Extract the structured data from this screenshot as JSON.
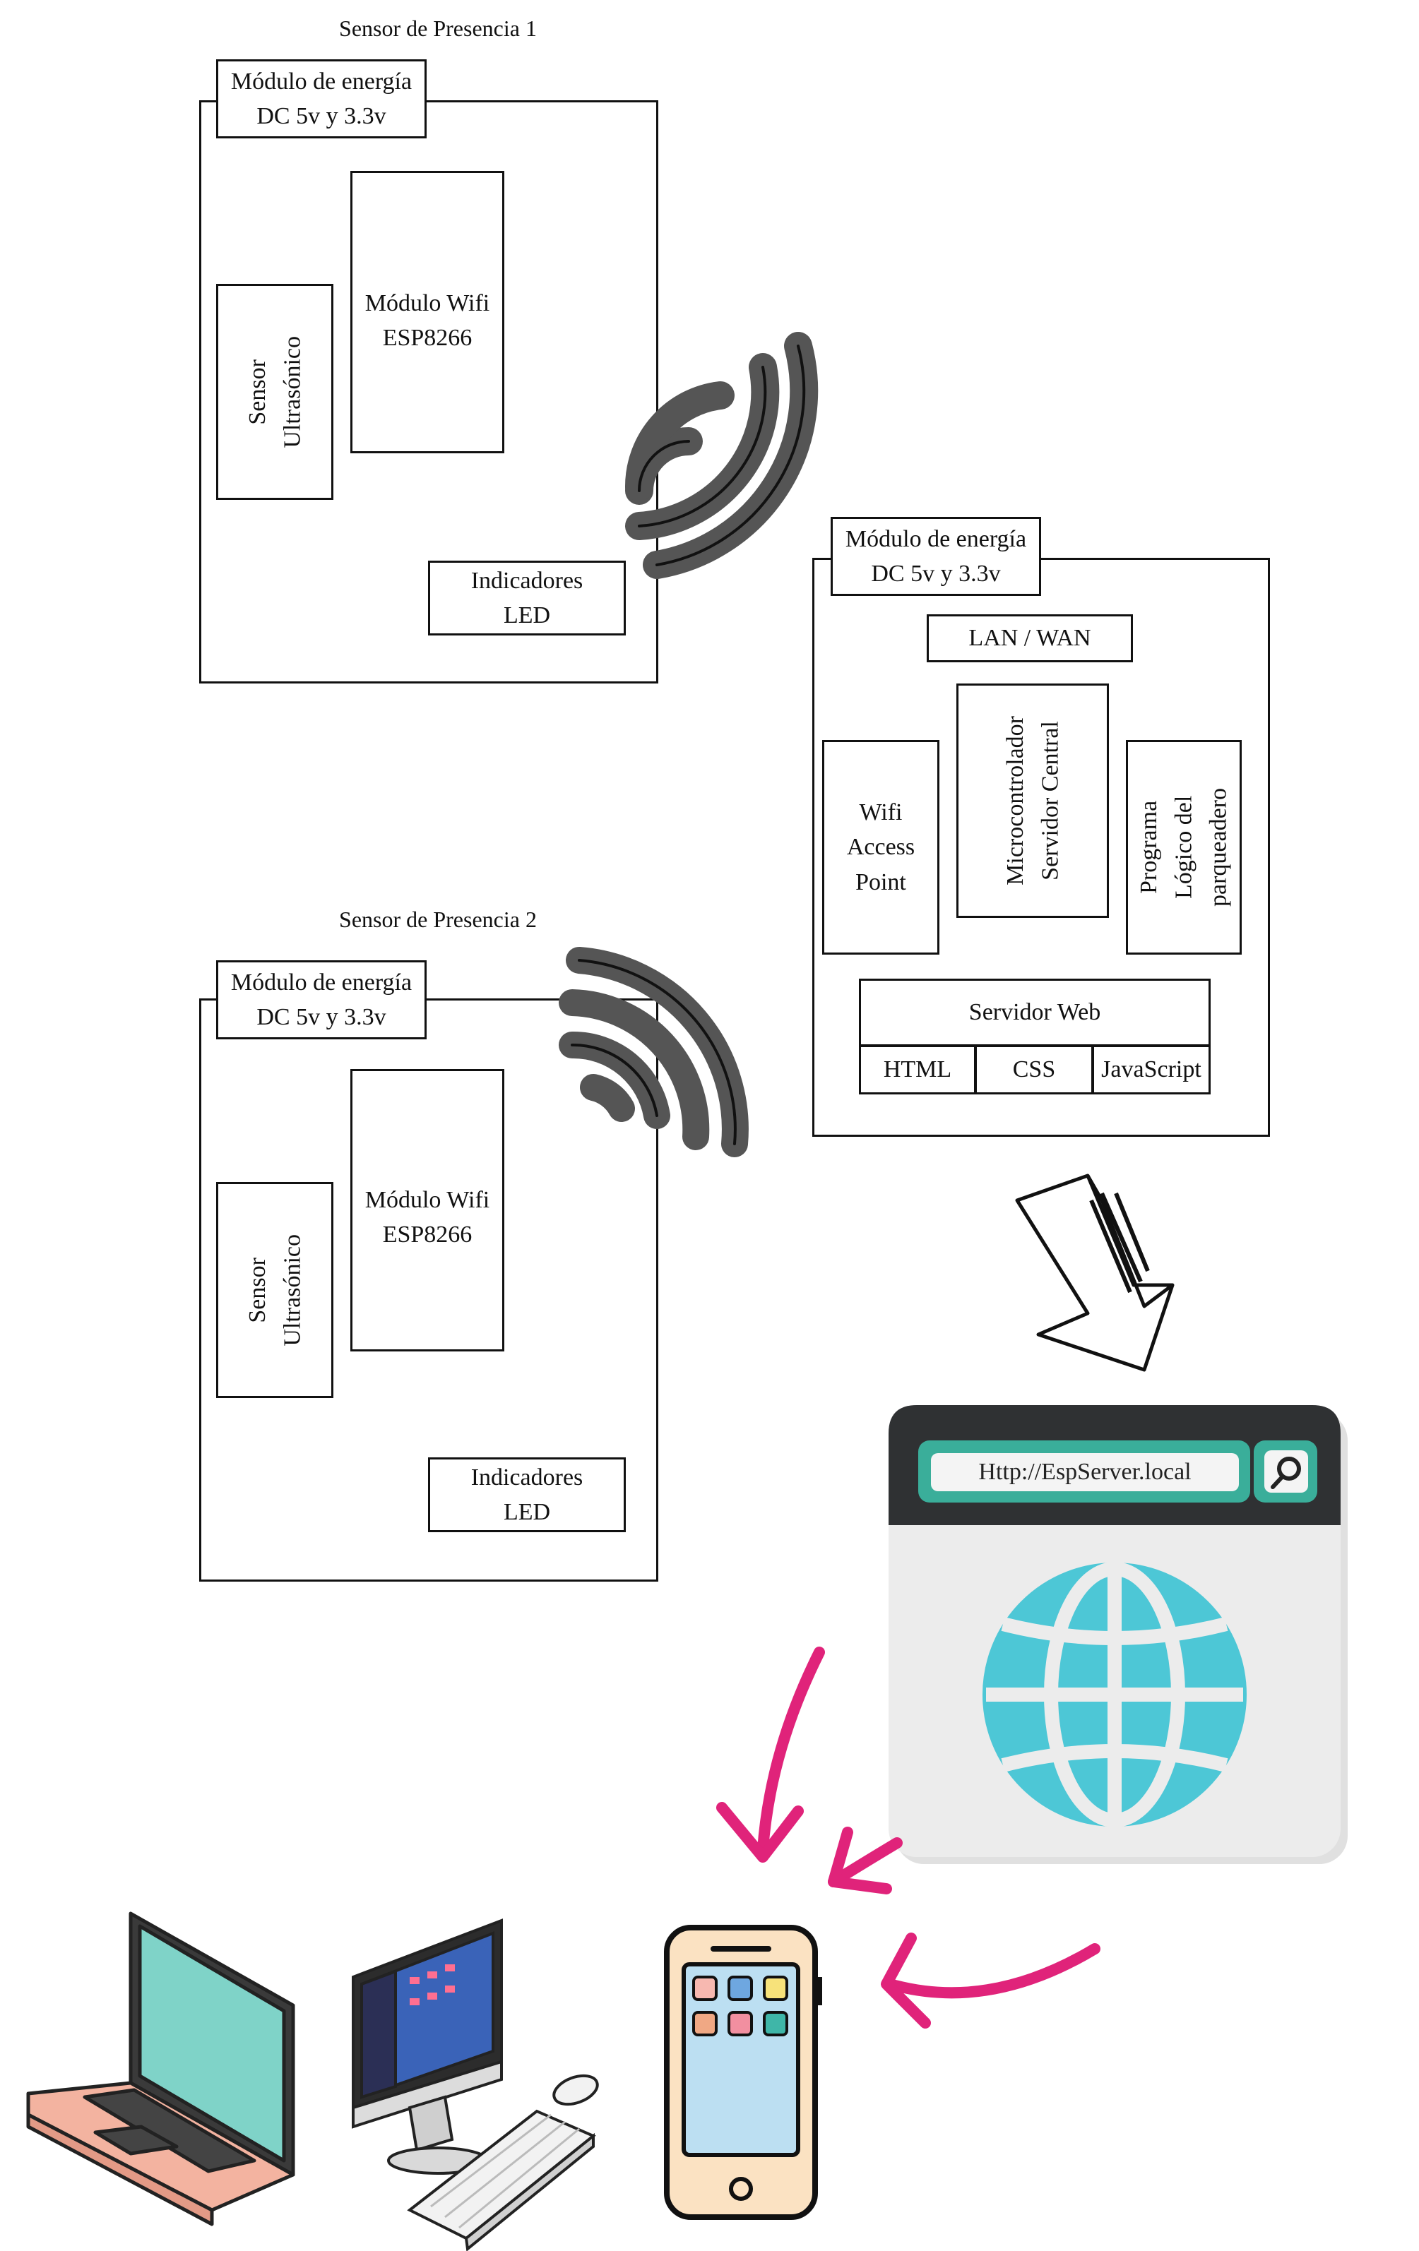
{
  "sensor1": {
    "title": "Sensor de Presencia 1",
    "power": "Módulo de energía\nDC 5v y 3.3v",
    "wifi": "Módulo Wifi\nESP8266",
    "sensor": "Sensor\nUltrasónico",
    "led": "Indicadores\nLED"
  },
  "sensor2": {
    "title": "Sensor de Presencia 2",
    "power": "Módulo de energía\nDC 5v y 3.3v",
    "wifi": "Módulo Wifi\nESP8266",
    "sensor": "Sensor\nUltrasónico",
    "led": "Indicadores\nLED"
  },
  "server": {
    "power": "Módulo de energía\nDC 5v y 3.3v",
    "lan": "LAN / WAN",
    "access_point": "Wifi\nAccess\nPoint",
    "microcontroller": "Microcontrolador\nServidor Central",
    "program": "Programa\nLógico del\nparqueadero",
    "webserver": "Servidor Web",
    "html": "HTML",
    "css": "CSS",
    "js": "JavaScript"
  },
  "browser": {
    "url": "Http://EspServer.local",
    "icons": [
      "search-icon",
      "globe-icon"
    ],
    "colors": {
      "frame": "#2f3133",
      "accent": "#4dc7d6",
      "url_bar": "#3aae9a",
      "body": "#ececec"
    }
  },
  "devices": [
    "laptop-icon",
    "desktop-computer-icon",
    "smartphone-icon"
  ],
  "colors": {
    "arrows": "#e0237a",
    "wifi": "#555555",
    "line": "#111111"
  }
}
